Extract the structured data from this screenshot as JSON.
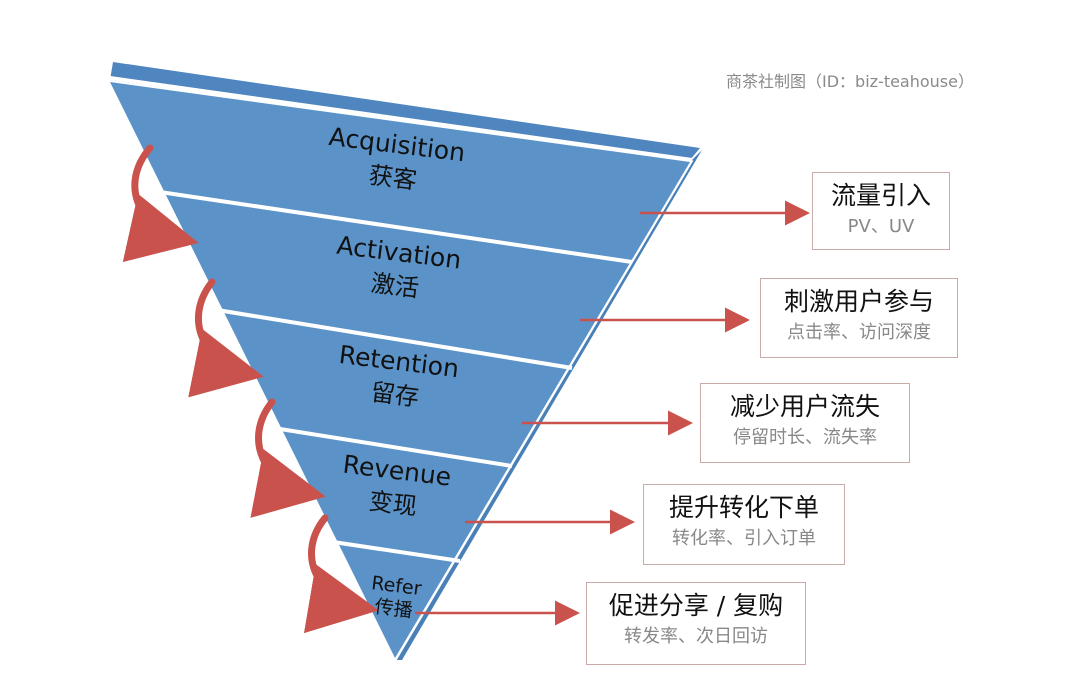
{
  "credit": "商茶社制图（ID：biz-teahouse）",
  "colors": {
    "funnel": "#5b93c9",
    "funnel_side": "#4a80b8",
    "arrow": "#c9534c",
    "box_border": "#c8aaa8"
  },
  "stages": [
    {
      "en": "Acquisition",
      "zh": "获客",
      "goal": "流量引入",
      "metrics": "PV、UV"
    },
    {
      "en": "Activation",
      "zh": "激活",
      "goal": "刺激用户参与",
      "metrics": "点击率、访问深度"
    },
    {
      "en": "Retention",
      "zh": "留存",
      "goal": "减少用户流失",
      "metrics": "停留时长、流失率"
    },
    {
      "en": "Revenue",
      "zh": "变现",
      "goal": "提升转化下单",
      "metrics": "转化率、引入订单"
    },
    {
      "en": "Refer",
      "zh": "传播",
      "goal": "促进分享 / 复购",
      "metrics": "转发率、次日回访"
    }
  ]
}
